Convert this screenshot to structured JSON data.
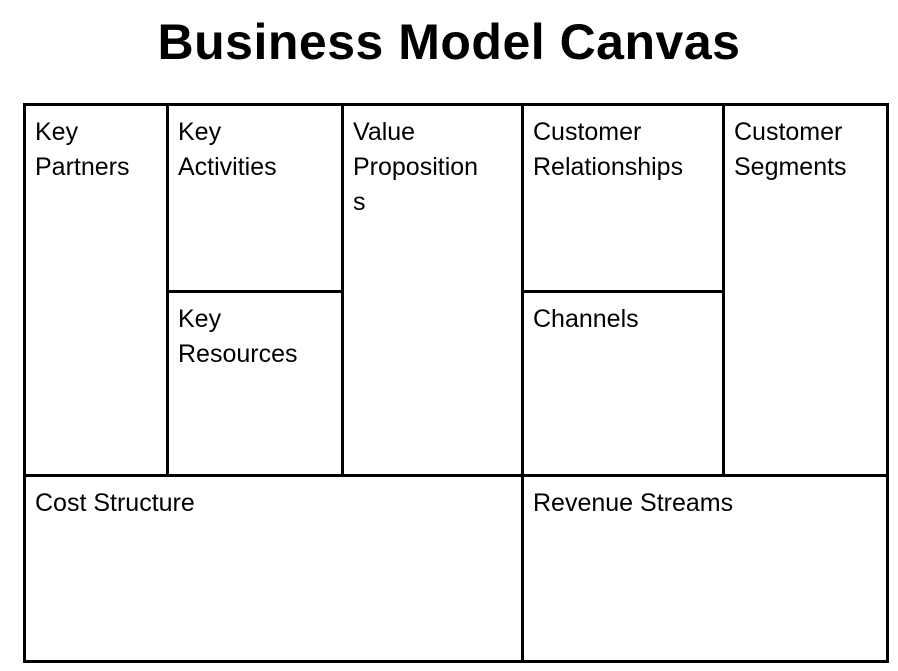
{
  "title": "Business Model Canvas",
  "blocks": {
    "key_partners": "Key\nPartners",
    "key_activities": "Key\nActivities",
    "key_resources": "Key\nResources",
    "value_propositions": "Value\nProposition\ns",
    "customer_relationships": "Customer\nRelationships",
    "channels": "Channels",
    "customer_segments": "Customer\nSegments",
    "cost_structure": "Cost Structure",
    "revenue_streams": "Revenue Streams"
  }
}
